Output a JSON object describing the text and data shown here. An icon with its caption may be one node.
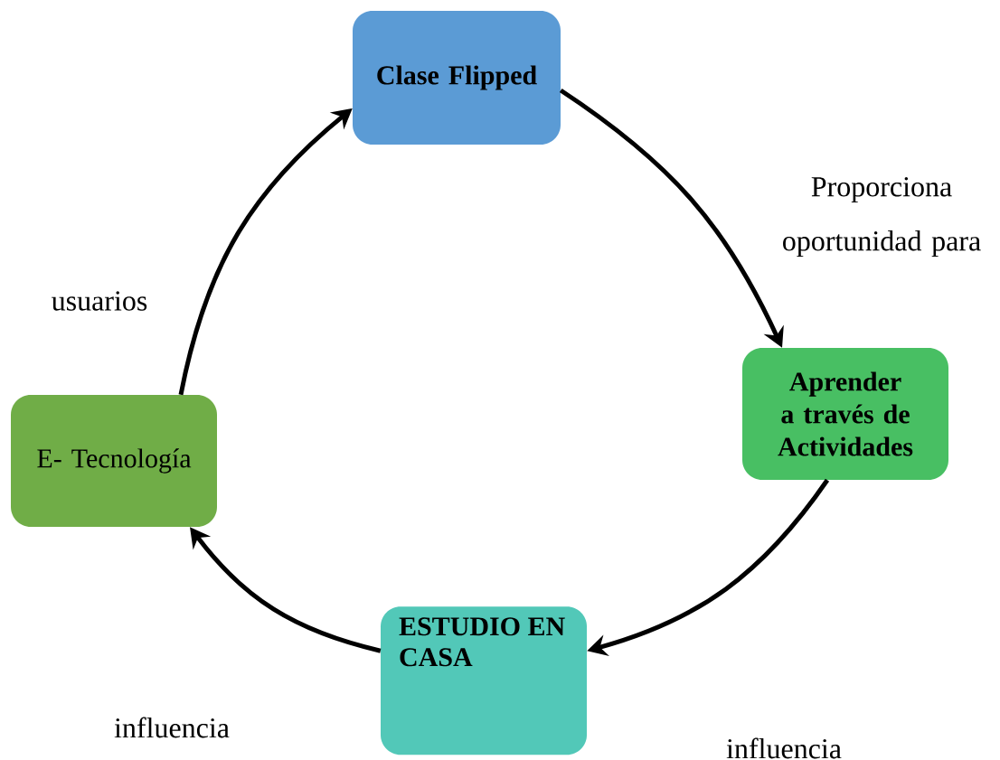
{
  "diagram": {
    "nodes": [
      {
        "text": [
          "Clase Flipped"
        ]
      },
      {
        "text": [
          "Aprender a través de Actividades"
        ]
      },
      {
        "text": [
          "ESTUDIO EN CASA"
        ]
      },
      {
        "text": [
          "E- Tecnología"
        ]
      }
    ],
    "edges": [
      {
        "from": 0,
        "to": 1,
        "arrow": "to",
        "label": "Proporciona oportunidad para"
      },
      {
        "from": 1,
        "to": 2,
        "arrow": "to",
        "label": "influencia"
      },
      {
        "from": 2,
        "to": 3,
        "arrow": "to",
        "label": "influencia"
      },
      {
        "from": 3,
        "to": 0,
        "arrow": "to",
        "label": "usuarios"
      }
    ]
  }
}
